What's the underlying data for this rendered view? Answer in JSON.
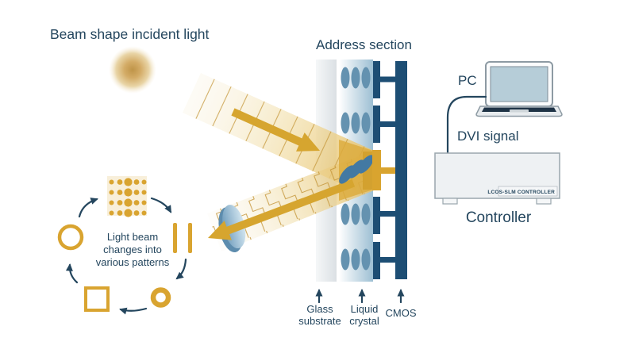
{
  "title": "Beam shape incident light",
  "address_section": {
    "label": "Address section",
    "layer_labels": {
      "glass_line1": "Glass",
      "glass_line2": "substrate",
      "liquid_line1": "Liquid",
      "liquid_line2": "crystal",
      "cmos": "CMOS"
    }
  },
  "pattern_cycle": {
    "caption_line1": "Light beam",
    "caption_line2": "changes into",
    "caption_line3": "various patterns",
    "patterns": [
      "dot-matrix",
      "double-bars",
      "ring",
      "square",
      "circle"
    ]
  },
  "right_side": {
    "pc_label": "PC",
    "dvi_label": "DVI signal",
    "controller_box_label": "LCOS-SLM CONTROLLER",
    "controller_label": "Controller"
  },
  "icons": {
    "sun-icon": "glowing light source disc",
    "lens-icon": "blue collimating lens",
    "laptop-icon": "PC laptop",
    "controller-box-icon": "rack controller unit",
    "incident-beam": "hatched plane-wave beam with gold arrow",
    "reflected-beam": "stepped phase-modulated beam with gold arrow",
    "liquid-crystal-molecules": "ellipse triplets, tilted at addressed pixel"
  },
  "colors": {
    "gold": "#d9a430",
    "beam_fill": "#e9c36b",
    "navy_text": "#24465e",
    "cmos_navy": "#1d4e74",
    "molecule_blue": "#6492b0",
    "active_molecule_blue": "#4379a3",
    "liquid_crystal_fill": "#9dbfd3",
    "glass_fill": "#e3e7ea",
    "laptop_screen": "#b6cdd8",
    "controller_fill": "#eef1f3"
  }
}
